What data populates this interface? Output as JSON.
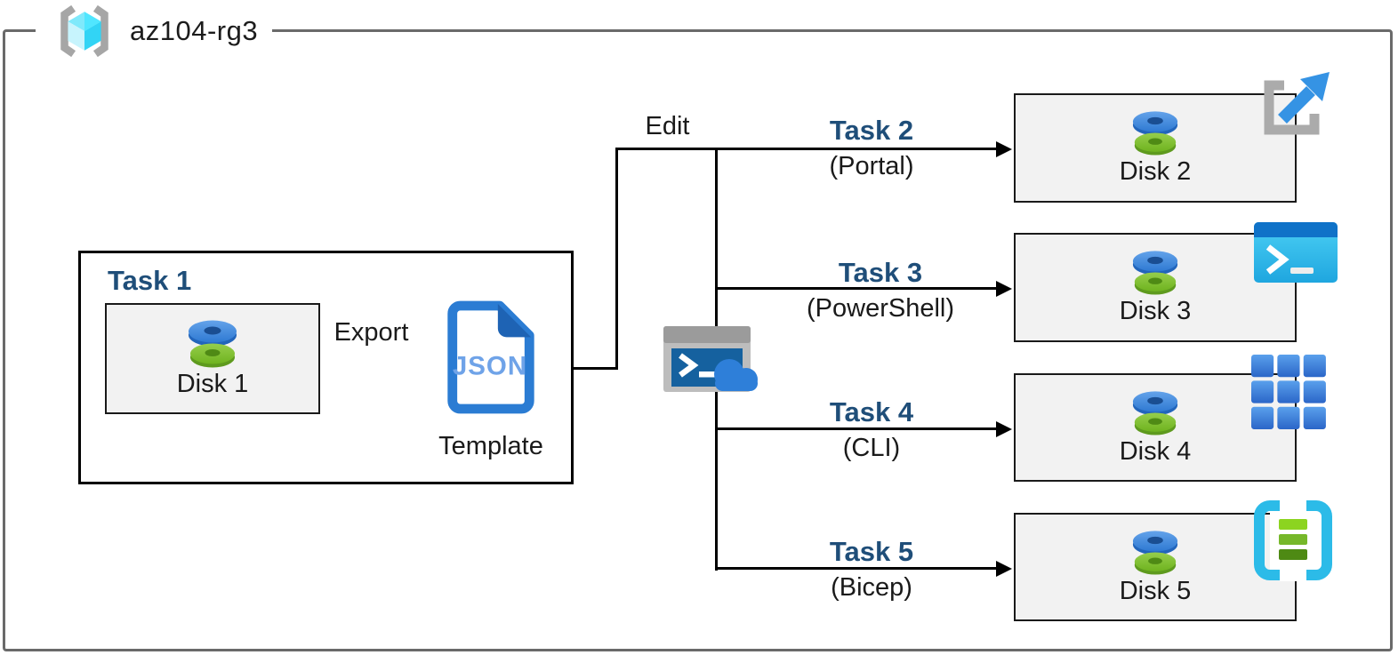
{
  "header": {
    "title": "az104-rg3",
    "icon": "resource-group-icon"
  },
  "task1": {
    "label": "Task 1",
    "disk_label": "Disk 1",
    "export_label": "Export",
    "json_label": "JSON",
    "template_label": "Template"
  },
  "edit_label": "Edit",
  "tasks": [
    {
      "label": "Task 2",
      "method": "(Portal)",
      "disk_label": "Disk 2",
      "icon": "azure-portal-icon"
    },
    {
      "label": "Task 3",
      "method": "(PowerShell)",
      "disk_label": "Disk 3",
      "icon": "powershell-icon"
    },
    {
      "label": "Task 4",
      "method": "(CLI)",
      "disk_label": "Disk 4",
      "icon": "azure-cli-icon"
    },
    {
      "label": "Task 5",
      "method": "(Bicep)",
      "disk_label": "Disk 5",
      "icon": "bicep-template-icon"
    }
  ],
  "center_icon": "cloud-shell-icon",
  "colors": {
    "task_label": "#1F4E79",
    "box_fill": "#F2F2F2",
    "frame_border": "#6A6A6A",
    "accent_blue": "#2B7CD3",
    "disk_blue": "#2E79D2",
    "disk_green": "#6FB31F",
    "cyan_icon": "#2CBBE8"
  }
}
